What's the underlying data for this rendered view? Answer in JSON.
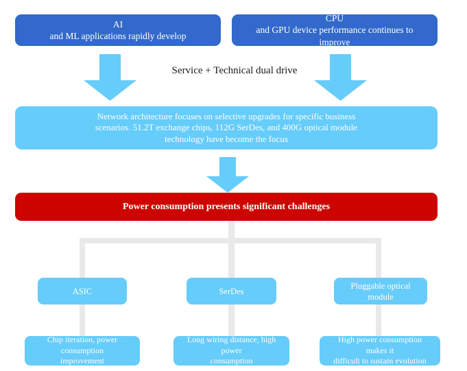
{
  "diagram": {
    "title_caption": "Service + Technical dual drive",
    "colors": {
      "dark_blue": "#3269ca",
      "light_blue": "#66ccfa",
      "red": "#cc0500",
      "connector_gray": "#e9e9e9",
      "text_white": "#ffffff",
      "caption_black": "#1a1a1a"
    },
    "drivers": [
      {
        "id": "ai",
        "line1": "AI",
        "line2": "and ML applications rapidly develop"
      },
      {
        "id": "cpu",
        "line1": "CPU",
        "line2": "and GPU device performance continues to improve"
      }
    ],
    "architecture": {
      "line1": "Network architecture focuses on selective upgrades for specific business",
      "line2": "scenarios. 51.2T exchange chips, 112G SerDes, and 400G optical module",
      "line3": "technology have become the focus"
    },
    "challenge": {
      "label": "Power consumption presents significant challenges"
    },
    "branches": [
      {
        "id": "asic",
        "label": "ASIC",
        "detail_line1": "Chip iteration, power consumption",
        "detail_line2": "improvement"
      },
      {
        "id": "serdes",
        "label": "SerDes",
        "detail_line1": "Long wiring distance, high power",
        "detail_line2": "consumption"
      },
      {
        "id": "pluggable-optical-module",
        "label": "Pluggable optical module",
        "detail_line1": "High power consumption makes it",
        "detail_line2": "difficult to sustain evolution"
      }
    ],
    "icons": {
      "arrow_left": "down-arrow-icon",
      "arrow_right": "down-arrow-icon",
      "arrow_center": "down-arrow-icon"
    }
  }
}
